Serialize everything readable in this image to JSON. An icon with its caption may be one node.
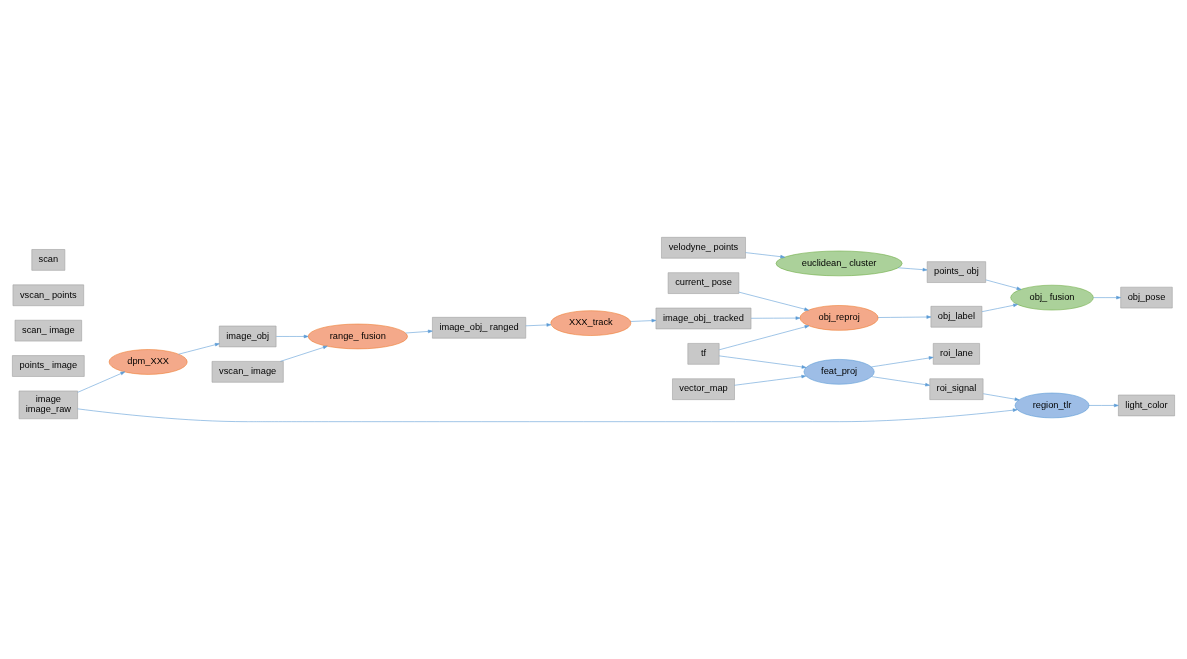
{
  "diagram": {
    "nodes": [
      {
        "text": [
          "image",
          "image_raw"
        ]
      },
      {
        "text": [
          "dpm_XXX"
        ]
      },
      {
        "text": [
          "image_obj"
        ]
      },
      {
        "text": [
          "range_ fusion"
        ]
      },
      {
        "text": [
          "image_obj_ ranged"
        ]
      },
      {
        "text": [
          "region_tlr"
        ]
      },
      {
        "text": [
          "light_color"
        ]
      },
      {
        "text": [
          "vscan_ image"
        ]
      },
      {
        "text": [
          "points_ image"
        ]
      },
      {
        "text": [
          "XXX_track"
        ]
      },
      {
        "text": [
          "scan_ image"
        ]
      },
      {
        "text": [
          "tf"
        ]
      },
      {
        "text": [
          "image_obj_ tracked"
        ]
      },
      {
        "text": [
          "roi_signal"
        ]
      },
      {
        "text": [
          "roi_lane"
        ]
      },
      {
        "text": [
          "euclidean_ cluster"
        ]
      },
      {
        "text": [
          "current_ pose"
        ]
      },
      {
        "text": [
          "obj_reproj"
        ]
      },
      {
        "text": [
          "velodyne_ points"
        ]
      },
      {
        "text": [
          "feat_proj"
        ]
      },
      {
        "text": [
          "points_ obj"
        ]
      },
      {
        "text": [
          "vscan_ points"
        ]
      },
      {
        "text": [
          "scan"
        ]
      },
      {
        "text": [
          "obj_ fusion"
        ]
      },
      {
        "text": [
          "obj_label"
        ]
      },
      {
        "text": [
          "vector_map"
        ]
      },
      {
        "text": [
          "obj_pose"
        ]
      }
    ],
    "edges": [
      {
        "from": 0,
        "to": 1,
        "arrow": "to"
      },
      {
        "from": 1,
        "to": 2,
        "arrow": "to"
      },
      {
        "from": 2,
        "to": 3,
        "arrow": "to"
      },
      {
        "from": 3,
        "to": 4,
        "arrow": "to"
      },
      {
        "from": 4,
        "to": 9,
        "arrow": "to"
      },
      {
        "from": 9,
        "to": 12,
        "arrow": "to"
      },
      {
        "from": 12,
        "to": 17,
        "arrow": "to"
      },
      {
        "from": 7,
        "to": 3,
        "arrow": "to"
      },
      {
        "from": 0,
        "to": 5,
        "arrow": "to"
      },
      {
        "from": 5,
        "to": 6,
        "arrow": "to"
      },
      {
        "from": 13,
        "to": 5,
        "arrow": "to"
      },
      {
        "from": 19,
        "to": 13,
        "arrow": "to"
      },
      {
        "from": 19,
        "to": 14,
        "arrow": "to"
      },
      {
        "from": 11,
        "to": 19,
        "arrow": "to"
      },
      {
        "from": 11,
        "to": 17,
        "arrow": "to"
      },
      {
        "from": 25,
        "to": 19,
        "arrow": "to"
      },
      {
        "from": 18,
        "to": 15,
        "arrow": "to"
      },
      {
        "from": 15,
        "to": 20,
        "arrow": "to"
      },
      {
        "from": 20,
        "to": 23,
        "arrow": "to"
      },
      {
        "from": 16,
        "to": 17,
        "arrow": "to"
      },
      {
        "from": 17,
        "to": 24,
        "arrow": "to"
      },
      {
        "from": 24,
        "to": 23,
        "arrow": "to"
      },
      {
        "from": 23,
        "to": 26,
        "arrow": "to"
      }
    ]
  }
}
